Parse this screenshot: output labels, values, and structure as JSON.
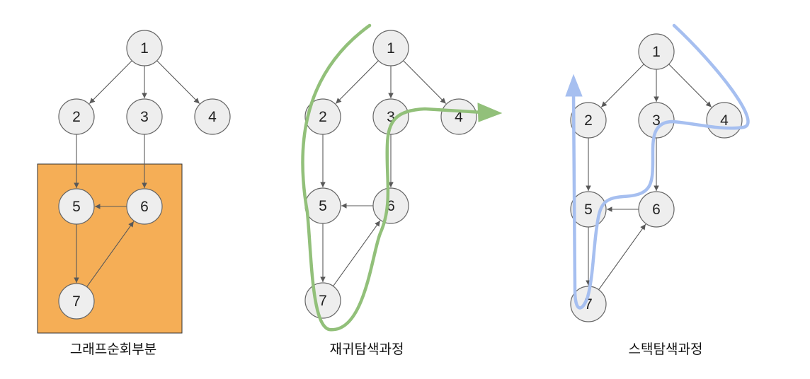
{
  "panels": [
    {
      "id": "panel-1",
      "caption": "그래프순회부분",
      "nodes": [
        {
          "id": "1",
          "label": "1"
        },
        {
          "id": "2",
          "label": "2"
        },
        {
          "id": "3",
          "label": "3"
        },
        {
          "id": "4",
          "label": "4"
        },
        {
          "id": "5",
          "label": "5"
        },
        {
          "id": "6",
          "label": "6"
        },
        {
          "id": "7",
          "label": "7"
        }
      ],
      "edges": [
        [
          "1",
          "2"
        ],
        [
          "1",
          "3"
        ],
        [
          "1",
          "4"
        ],
        [
          "2",
          "5"
        ],
        [
          "3",
          "6"
        ],
        [
          "6",
          "5"
        ],
        [
          "5",
          "7"
        ],
        [
          "7",
          "6"
        ]
      ],
      "highlight_color": "#f5ae56"
    },
    {
      "id": "panel-2",
      "caption": "재귀탐색과정",
      "nodes": [
        {
          "id": "1",
          "label": "1"
        },
        {
          "id": "2",
          "label": "2"
        },
        {
          "id": "3",
          "label": "3"
        },
        {
          "id": "4",
          "label": "4"
        },
        {
          "id": "5",
          "label": "5"
        },
        {
          "id": "6",
          "label": "6"
        },
        {
          "id": "7",
          "label": "7"
        }
      ],
      "edges": [
        [
          "1",
          "2"
        ],
        [
          "1",
          "3"
        ],
        [
          "1",
          "4"
        ],
        [
          "2",
          "5"
        ],
        [
          "3",
          "6"
        ],
        [
          "6",
          "5"
        ],
        [
          "5",
          "7"
        ],
        [
          "7",
          "6"
        ]
      ],
      "path_color": "#92c07a"
    },
    {
      "id": "panel-3",
      "caption": "스택탐색과정",
      "nodes": [
        {
          "id": "1",
          "label": "1"
        },
        {
          "id": "2",
          "label": "2"
        },
        {
          "id": "3",
          "label": "3"
        },
        {
          "id": "4",
          "label": "4"
        },
        {
          "id": "5",
          "label": "5"
        },
        {
          "id": "6",
          "label": "6"
        },
        {
          "id": "7",
          "label": "7"
        }
      ],
      "edges": [
        [
          "1",
          "2"
        ],
        [
          "1",
          "3"
        ],
        [
          "1",
          "4"
        ],
        [
          "2",
          "5"
        ],
        [
          "3",
          "6"
        ],
        [
          "6",
          "5"
        ],
        [
          "5",
          "7"
        ],
        [
          "7",
          "6"
        ]
      ],
      "path_color": "#a6bff0"
    }
  ]
}
